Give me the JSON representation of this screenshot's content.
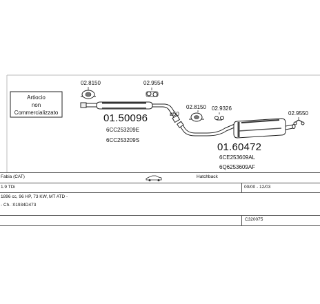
{
  "box": {
    "line1": "Artiocio",
    "line2": "non",
    "line3": "Commercializzato"
  },
  "parts": {
    "clamp1": "02.8150",
    "hanger1": "02.9554",
    "front": {
      "number": "01.50096",
      "oem1": "6CC253209E",
      "oem2": "6CC253209S"
    },
    "diameter": "ø50",
    "clamp2": "02.8150",
    "hanger2": "02.9326",
    "hanger3": "02.9550",
    "rear": {
      "number": "01.60472",
      "oem1": "6CE253609AL",
      "oem2": "6Q6253609AF"
    }
  },
  "table": {
    "model": "Fabia  (CAT)",
    "body_type": "Hatchback",
    "engine": "1.9 TDi",
    "years": "00/00 - 12/03",
    "specs": "1896 cc, 96 HP, 73 KW, MT ATD -",
    "chassis": "- Ch. :01934D473",
    "code": "C320075"
  }
}
